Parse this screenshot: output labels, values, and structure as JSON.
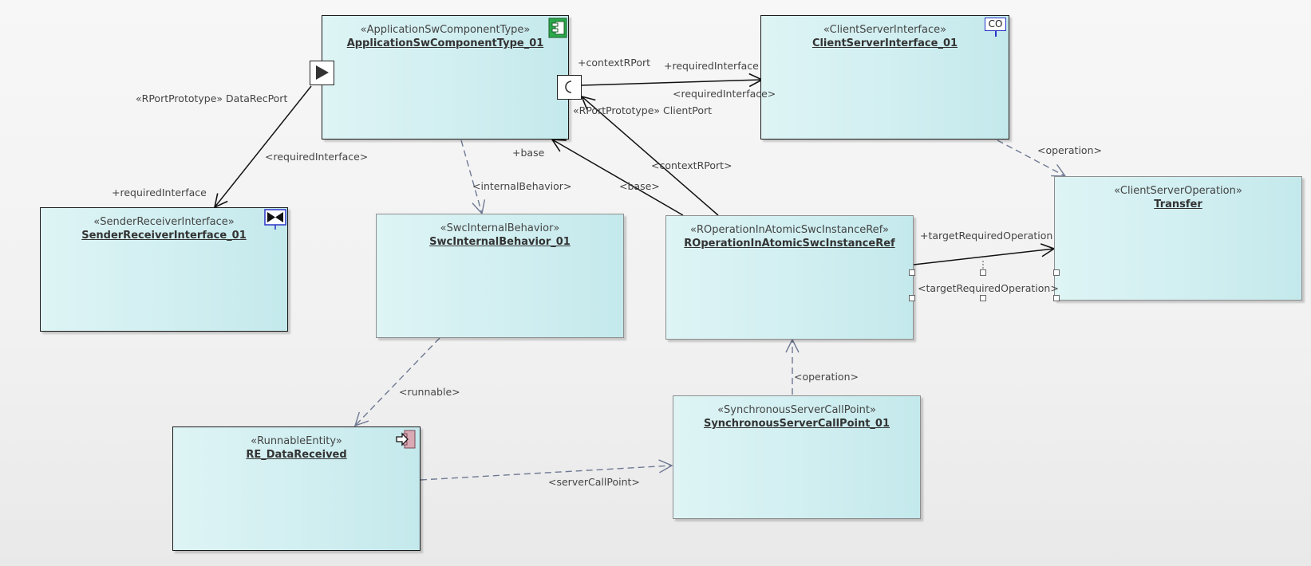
{
  "elements": {
    "app_component": {
      "stereotype": "«ApplicationSwComponentType»",
      "name": "ApplicationSwComponentType_01"
    },
    "cs_interface": {
      "stereotype": "«ClientServerInterface»",
      "name": "ClientServerInterface_01"
    },
    "sr_interface": {
      "stereotype": "«SenderReceiverInterface»",
      "name": "SenderReceiverInterface_01"
    },
    "internal_behavior": {
      "stereotype": "«SwcInternalBehavior»",
      "name": "SwcInternalBehavior_01"
    },
    "op_instance_ref": {
      "stereotype": "«ROperationInAtomicSwcInstanceRef»",
      "name": "ROperationInAtomicSwcInstanceRef"
    },
    "cs_operation": {
      "stereotype": "«ClientServerOperation»",
      "name": "Transfer"
    },
    "runnable": {
      "stereotype": "«RunnableEntity»",
      "name": "RE_DataReceived"
    },
    "server_call_point": {
      "stereotype": "«SynchronousServerCallPoint»",
      "name": "SynchronousServerCallPoint_01"
    }
  },
  "ports": {
    "data_rec_port": "«RPortPrototype» DataRecPort",
    "client_port": "«RPortPrototype» ClientPort"
  },
  "labels": {
    "context_rport": "+contextRPort",
    "required_interface_1": "+requiredInterface",
    "required_interface_1_tag": "<requiredInterface>",
    "required_interface_2_tag": "<requiredInterface>",
    "required_interface_2": "+requiredInterface",
    "operation_1": "<operation>",
    "base": "+base",
    "internal_behavior": "<internalBehavior>",
    "base_tag": "<base>",
    "context_rport_tag": "<contextRPort>",
    "target_required_operation": "+targetRequiredOperation",
    "target_required_operation_tag": "<targetRequiredOperation>",
    "runnable": "<runnable>",
    "operation_2": "<operation>",
    "server_call_point": "<serverCallPoint>"
  },
  "icons": {
    "component": "component-icon",
    "client_server_interface": "co-icon",
    "sender_receiver": "bowtie-icon",
    "runnable": "runnable-arrow-icon",
    "port_direction": "play-triangle-icon",
    "client_port": "half-circle-icon"
  },
  "icon_text": {
    "co": "CO"
  },
  "colors": {
    "box_fill_light": "#def4f5",
    "box_fill_dark": "#c4e9ec",
    "solid_line": "#111111",
    "dashed_line": "#6f7993",
    "component_icon": "#2aa84a",
    "interface_icon": "#2b33c8"
  }
}
